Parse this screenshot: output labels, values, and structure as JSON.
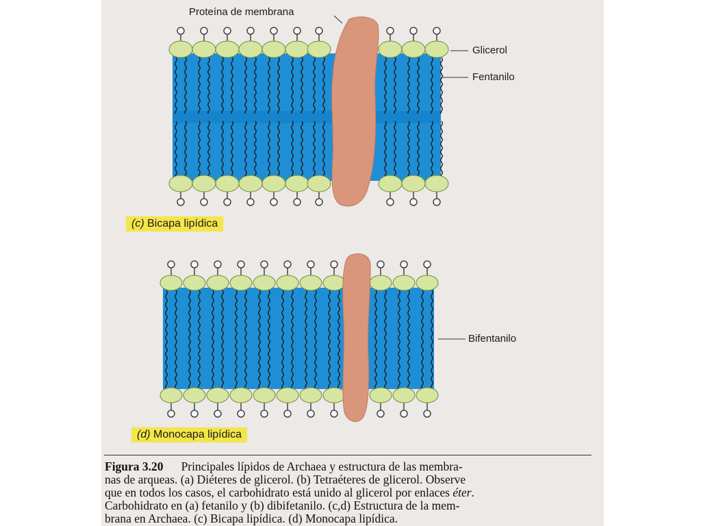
{
  "figure": {
    "label_protein": "Proteína de membrana",
    "label_glycerol": "Glicerol",
    "label_phytanyl": "Fentanilo",
    "label_biphytanyl": "Bifentanilo",
    "tag_bilayer_letter": "(c)",
    "tag_bilayer_text": " Bicapa lipídica",
    "tag_monolayer_letter": "(d)",
    "tag_monolayer_text": " Monocapa lipídica"
  },
  "caption": {
    "number": "Figura 3.20",
    "line1": "Principales lípidos de Archaea y estructura de las membra-",
    "line2": "nas de arqueas. (a) Diéteres de glicerol. (b) Tetraéteres de glicerol. Observe",
    "line3_a": "que en todos los casos, el carbohidrato está unido al glicerol por enlaces ",
    "line3_b": "éter",
    "line3_c": ".",
    "line4": "Carbohidrato en (a) fetanilo y (b) dibifetanilo. (c,d) Estructura de la mem-",
    "line5": "brana en Archaea. (c) Bicapa lipídica. (d) Monocapa lipídica."
  },
  "colors": {
    "membrane_blue": "#1e8fd6",
    "glycerol_green": "#d6e6a0",
    "protein_tan": "#d9967a",
    "highlight_yellow": "#f3e64a"
  }
}
